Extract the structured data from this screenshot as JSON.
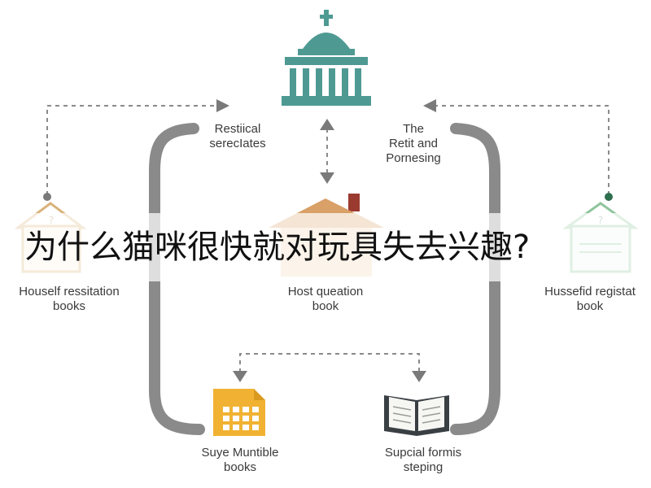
{
  "title": "为什么猫咪很快就对玩具失去兴趣?",
  "colors": {
    "building": "#4e9a93",
    "house_roof": "#d9a067",
    "house_chimney": "#9b3a2f",
    "folder": "#f1b233",
    "book": "#3a3f44",
    "loop": "#8a8a8a",
    "arrow": "#7a7a7a"
  },
  "nodes": {
    "top": {
      "icon": "government-building-icon"
    },
    "center": {
      "icon": "house-icon",
      "label": [
        "Host queation",
        "book"
      ]
    },
    "left": {
      "icon": "document-house-icon",
      "label": [
        "Houself ressitation",
        "books"
      ]
    },
    "right": {
      "icon": "document-house-icon",
      "label": [
        "Hussefid registat",
        "book"
      ]
    },
    "bottom_left": {
      "icon": "folder-grid-icon",
      "label": [
        "Suye Muntible",
        "books"
      ]
    },
    "bottom_right": {
      "icon": "open-book-icon",
      "label": [
        "Supcial formis",
        "steping"
      ]
    }
  },
  "annotations": {
    "left_loop": [
      "Restiical",
      "serecIates"
    ],
    "right_loop": [
      "The",
      "Retit and",
      "Pornesing"
    ]
  }
}
